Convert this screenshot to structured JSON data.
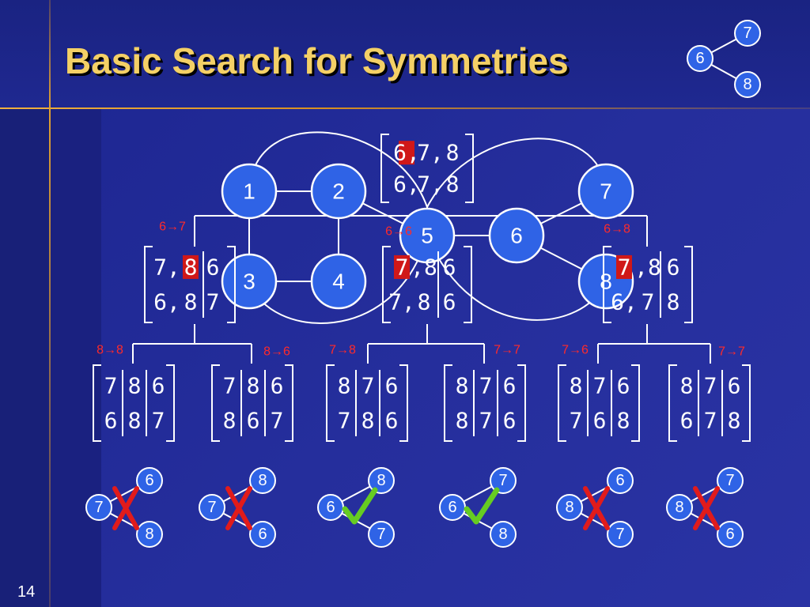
{
  "title": "Basic Search for Symmetries",
  "page_number": "14",
  "colors": {
    "node_fill": "#2f63e6",
    "highlight": "#d01818",
    "label_red": "#ff2a2a",
    "check_green": "#66cc22",
    "title_gold": "#f4d066"
  },
  "corner_graph": {
    "center": "6",
    "top": "7",
    "bottom": "8"
  },
  "graph_nodes": [
    "1",
    "2",
    "3",
    "4",
    "5",
    "6",
    "7",
    "8"
  ],
  "root_matrix": {
    "rows": [
      [
        "6,",
        "7,",
        "8"
      ],
      [
        "6,",
        "7,",
        "8"
      ]
    ],
    "highlight": [
      0,
      0
    ]
  },
  "level1": [
    {
      "label": "6→7",
      "rows": [
        [
          "7,",
          "8",
          "6"
        ],
        [
          "6,",
          "8",
          "7"
        ]
      ],
      "highlight": [
        0,
        1
      ]
    },
    {
      "label": "6→6",
      "rows": [
        [
          "7",
          ",8",
          "6"
        ],
        [
          "7,",
          "8",
          "6"
        ]
      ],
      "highlight": [
        0,
        0
      ]
    },
    {
      "label": "6→8",
      "rows": [
        [
          "7",
          ",8",
          "6"
        ],
        [
          "6,",
          "7",
          "8"
        ]
      ],
      "highlight": [
        0,
        0
      ]
    }
  ],
  "level2": [
    {
      "label": "8→8",
      "rows": [
        [
          "7",
          "8",
          "6"
        ],
        [
          "6",
          "8",
          "7"
        ]
      ]
    },
    {
      "label": "8→6",
      "rows": [
        [
          "7",
          "8",
          "6"
        ],
        [
          "8",
          "6",
          "7"
        ]
      ]
    },
    {
      "label": "7→8",
      "rows": [
        [
          "8",
          "7",
          "6"
        ],
        [
          "7",
          "8",
          "6"
        ]
      ]
    },
    {
      "label": "7→7",
      "rows": [
        [
          "8",
          "7",
          "6"
        ],
        [
          "8",
          "7",
          "6"
        ]
      ]
    },
    {
      "label": "7→6",
      "rows": [
        [
          "8",
          "7",
          "6"
        ],
        [
          "7",
          "6",
          "8"
        ]
      ]
    },
    {
      "label": "7→7",
      "rows": [
        [
          "8",
          "7",
          "6"
        ],
        [
          "6",
          "7",
          "8"
        ]
      ]
    }
  ],
  "mini_graphs": [
    {
      "left": "7",
      "top": "6",
      "bottom": "8",
      "result": "cross"
    },
    {
      "left": "7",
      "top": "8",
      "bottom": "6",
      "result": "cross"
    },
    {
      "left": "6",
      "top": "8",
      "bottom": "7",
      "result": "check"
    },
    {
      "left": "6",
      "top": "7",
      "bottom": "8",
      "result": "check"
    },
    {
      "left": "8",
      "top": "6",
      "bottom": "7",
      "result": "cross"
    },
    {
      "left": "8",
      "top": "7",
      "bottom": "6",
      "result": "cross"
    }
  ]
}
